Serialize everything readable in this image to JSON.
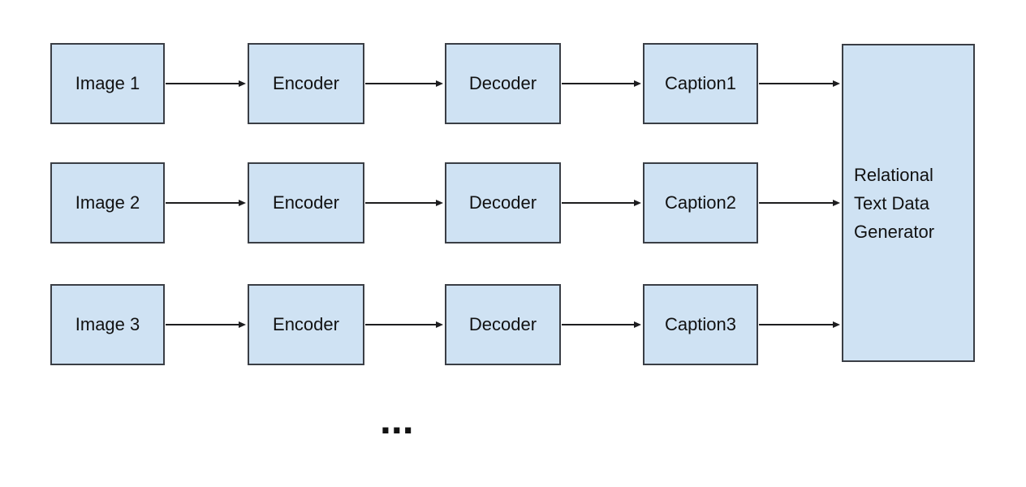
{
  "diagram": {
    "colors": {
      "background": "#ffffff",
      "box_fill": "#cfe2f3",
      "box_border": "#3a3e45",
      "arrow_color": "#1d1d1f",
      "text_color": "#111111"
    },
    "rows": [
      {
        "image": "Image 1",
        "encoder": "Encoder",
        "decoder": "Decoder",
        "caption": "Caption1"
      },
      {
        "image": "Image 2",
        "encoder": "Encoder",
        "decoder": "Decoder",
        "caption": "Caption2"
      },
      {
        "image": "Image 3",
        "encoder": "Encoder",
        "decoder": "Decoder",
        "caption": "Caption3"
      }
    ],
    "generator": {
      "label": "Relational Text Data Generator",
      "lines": [
        "Relational",
        "Text Data",
        "Generator"
      ]
    },
    "ellipsis": "..."
  }
}
